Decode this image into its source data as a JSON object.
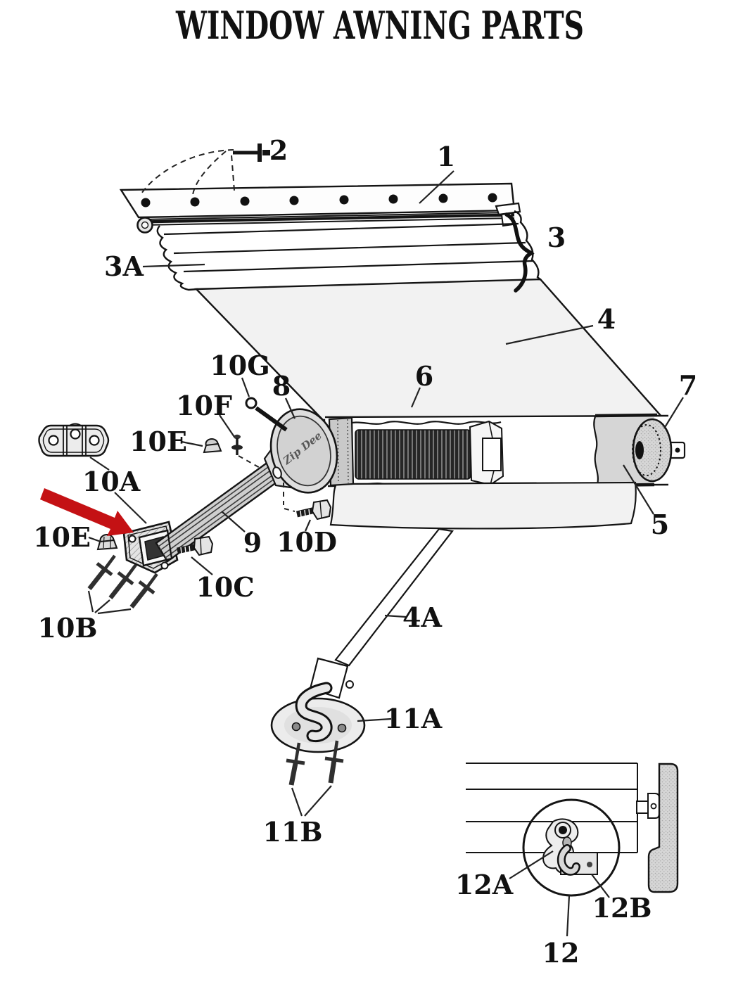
{
  "title": "WINDOW AWNING PARTS",
  "diagram": {
    "type": "exploded-parts-diagram",
    "subject": "window awning assembly",
    "casting_logo": "Zip Dee",
    "highlight_arrow": {
      "color": "#c41114",
      "points_at": "10A"
    },
    "parts": {
      "p1": "1",
      "p2": "2",
      "p3": "3",
      "p3a": "3A",
      "p4": "4",
      "p4a": "4A",
      "p5": "5",
      "p6": "6",
      "p7": "7",
      "p8": "8",
      "p9": "9",
      "p10a": "10A",
      "p10b": "10B",
      "p10c": "10C",
      "p10d": "10D",
      "p10e": "10E",
      "p10f": "10F",
      "p10g": "10G",
      "p11a": "11A",
      "p11b": "11B",
      "p12": "12",
      "p12a": "12A",
      "p12b": "12B"
    }
  }
}
